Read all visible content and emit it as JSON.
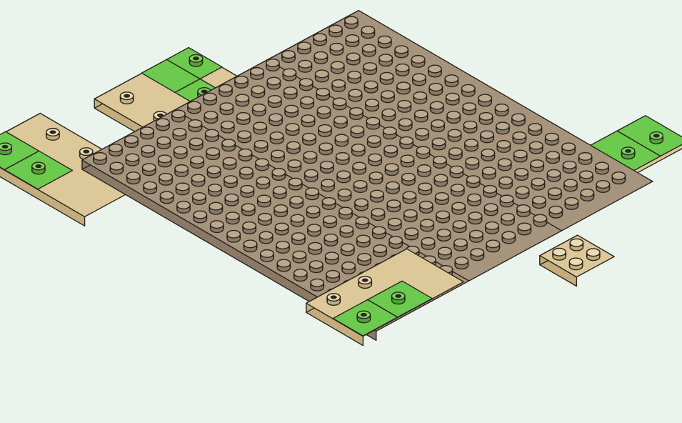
{
  "diagram": {
    "subject": "",
    "background_color": "#eaf3ec",
    "colors": {
      "dark_tan": "#a6947c",
      "dark_tan_side": "#8a7964",
      "dark_tan_stud_top": "#bba98f",
      "tan": "#dcc898",
      "tan_side": "#c3ad7c",
      "bright_green": "#6ccb4e",
      "green_side": "#51a23a",
      "stud_hole": "#2a2620",
      "outline": "#2a2620"
    },
    "parts": [
      {
        "name": "center-plate-left",
        "type": "plate",
        "color": "dark_tan",
        "studs": "6x16"
      },
      {
        "name": "center-plate-middle",
        "type": "plate",
        "color": "dark_tan",
        "studs": "6x16"
      },
      {
        "name": "center-plate-right",
        "type": "plate",
        "color": "dark_tan",
        "studs": "6x16"
      },
      {
        "name": "arm-top",
        "type": "plate",
        "color": "tan",
        "tiles": "green"
      },
      {
        "name": "arm-left",
        "type": "plate",
        "color": "tan",
        "tiles": "green"
      },
      {
        "name": "arm-right",
        "type": "plate",
        "color": "tan",
        "tiles": "green"
      },
      {
        "name": "arm-bottom-left",
        "type": "plate",
        "color": "tan",
        "tiles": "green"
      },
      {
        "name": "arm-bottom-small",
        "type": "plate",
        "color": "tan",
        "studs": "2x2"
      }
    ]
  }
}
